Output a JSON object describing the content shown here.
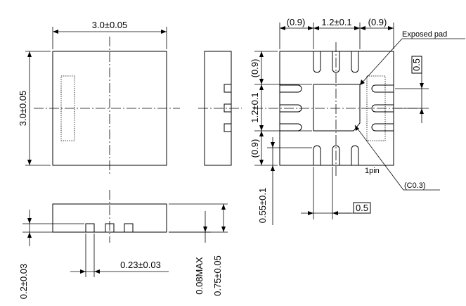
{
  "drawing": {
    "top_view": {
      "width_dim": "3.0±0.05",
      "height_dim": "3.0±0.05"
    },
    "side_view": {
      "lead_width_dim": "0.23±0.03",
      "lead_height_dim": "0.2±0.03",
      "standoff_dim": "0.08MAX",
      "thickness_dim": "0.75±0.05"
    },
    "bottom_view": {
      "pitch_left_dim": "(0.9)",
      "pitch_center_dim": "1.2±0.1",
      "pitch_right_dim": "(0.9)",
      "vert_top_dim": "(0.9)",
      "vert_center_dim": "1.2±0.1",
      "vert_bottom_dim": "(0.9)",
      "lead_length_dim": "0.55±0.1",
      "boxed_pitch_right": "0.5",
      "boxed_pitch_bottom": "0.5",
      "exposed_pad_label": "Exposed pad",
      "pin1_label": "1pin",
      "chamfer_label": "(C0.3)"
    }
  }
}
